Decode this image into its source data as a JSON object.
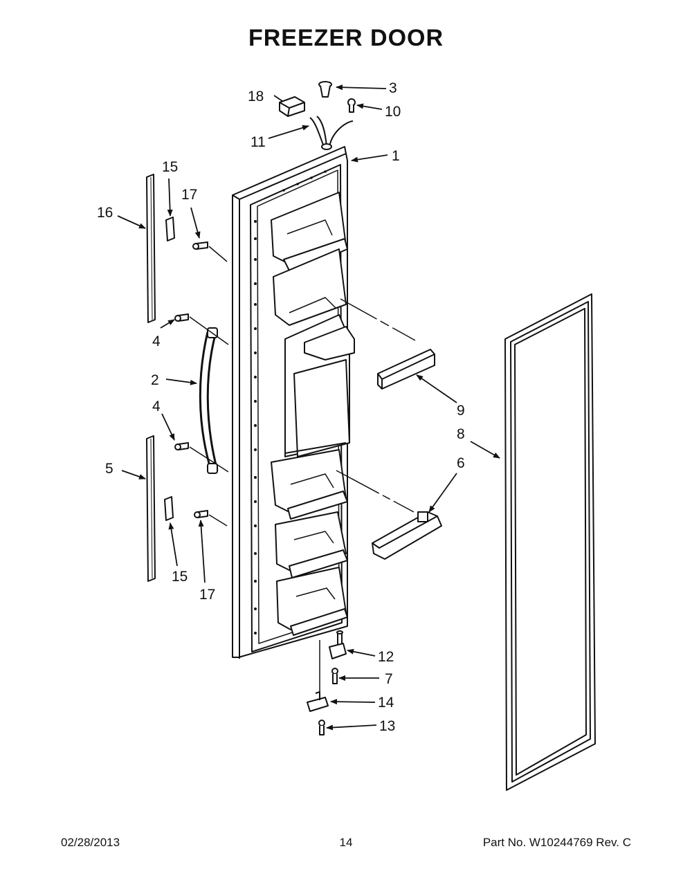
{
  "title": "FREEZER DOOR",
  "footer": {
    "date": "02/28/2013",
    "page": "14",
    "part": "Part No.  W10244769  Rev.  C"
  },
  "callouts": {
    "c1": "1",
    "c2": "2",
    "c3": "3",
    "c4a": "4",
    "c4b": "4",
    "c5": "5",
    "c6": "6",
    "c7": "7",
    "c8": "8",
    "c9": "9",
    "c10": "10",
    "c11": "11",
    "c12": "12",
    "c13": "13",
    "c14": "14",
    "c15a": "15",
    "c15b": "15",
    "c16": "16",
    "c17a": "17",
    "c17b": "17",
    "c18": "18"
  }
}
